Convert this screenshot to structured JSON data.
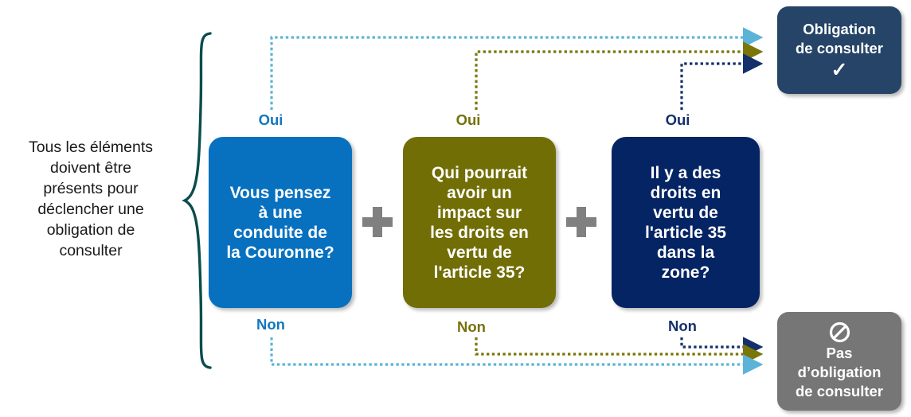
{
  "intro": {
    "text": "Tous les éléments\ndoivent être\nprésents pour\ndéclencher une\nobligation de\nconsulter"
  },
  "colors": {
    "crown_blue": "#0771C0",
    "impact_olive": "#716E06",
    "rights_navy": "#052464",
    "outcome_yes_slate": "#254467",
    "outcome_no_gray": "#767676",
    "brace_teal": "#0B4C4C",
    "plus_gray": "#808080",
    "arrow_blue": "#5BB4D8",
    "arrow_olive": "#7A7608",
    "arrow_navy": "#14306B"
  },
  "steps": [
    {
      "id": "crown",
      "text": "Vous pensez\nà une\nconduite de\nla Couronne?",
      "yes_label": "Oui",
      "no_label": "Non",
      "color": "#0771C0"
    },
    {
      "id": "impact",
      "text": "Qui pourrait\navoir un\nimpact sur\nles droits en\nvertu de\nl'article 35?",
      "yes_label": "Oui",
      "no_label": "Non",
      "color": "#716E06"
    },
    {
      "id": "rights",
      "text": "Il y a des\ndroits en\nvertu de\nl'article 35\ndans la\nzone?",
      "yes_label": "Oui",
      "no_label": "Non",
      "color": "#052464"
    }
  ],
  "connectors": {
    "plus_1": "+",
    "plus_2": "+"
  },
  "outcomes": {
    "yes": {
      "label": "Obligation\nde consulter",
      "icon": "check-icon",
      "glyph": "✓"
    },
    "no": {
      "label": "Pas\nd’obligation\nde consulter",
      "icon": "prohibition-icon",
      "glyph": "🚫"
    }
  }
}
